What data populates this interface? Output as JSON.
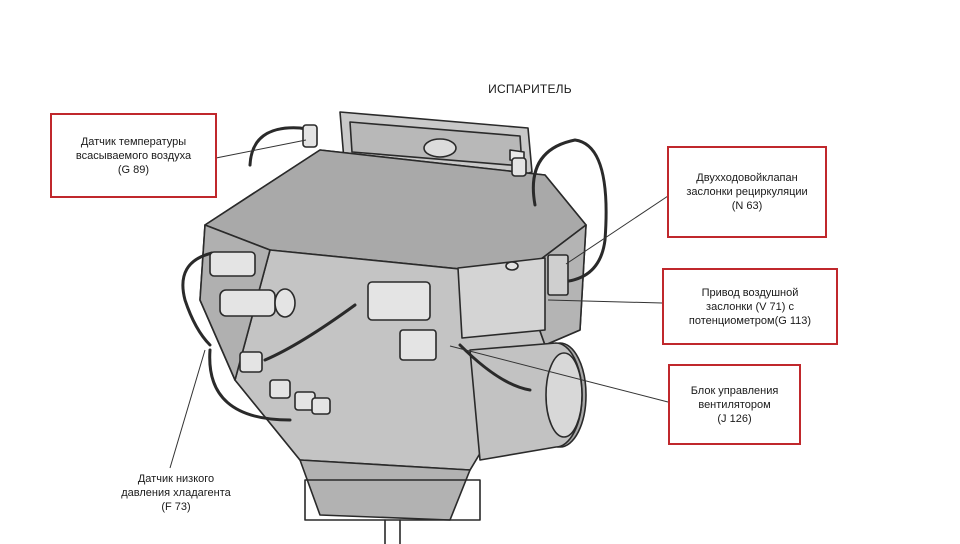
{
  "diagram": {
    "title": "ИСПАРИТЕЛЬ",
    "accent_color": "#c0282c",
    "labels": [
      {
        "id": "g89",
        "lines": [
          "Датчик температуры",
          "всасываемого воздуха",
          "(G 89)"
        ]
      },
      {
        "id": "n63",
        "lines": [
          "Двухходовойклапан",
          "заслонки рециркуляции",
          "(N 63)"
        ]
      },
      {
        "id": "v71",
        "lines": [
          "Привод воздушной",
          "заслонки (V 71) с",
          "потенциометром(G 113)"
        ]
      },
      {
        "id": "j126",
        "lines": [
          "Блок управления",
          "вентилятором",
          "(J 126)"
        ]
      },
      {
        "id": "f73",
        "lines": [
          "Датчик низкого",
          "давления хладагента",
          "(F  73)"
        ]
      }
    ]
  }
}
